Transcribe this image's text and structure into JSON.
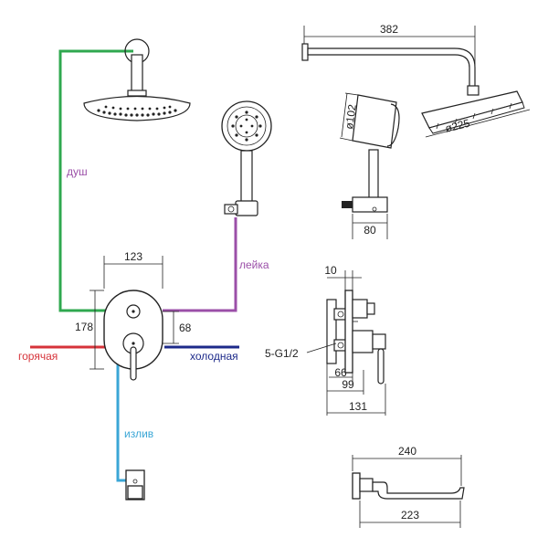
{
  "labels": {
    "shower": "душ",
    "handset": "лейка",
    "hot": "горячая",
    "cold": "холодная",
    "spout": "излив"
  },
  "dimensions": {
    "arm_length": "382",
    "handset_diameter": "ø102",
    "head_diameter": "ø225",
    "holder_width": "80",
    "mixer_width": "123",
    "mixer_height": "178",
    "center_offset": "68",
    "wall_offset": "10",
    "thread": "5-G1/2",
    "depth_66": "66",
    "depth_99": "99",
    "depth_131": "131",
    "spout_length": "240",
    "spout_reach": "223"
  },
  "colors": {
    "shower_line": "#2fa84f",
    "handset_line": "#9b4fa8",
    "hot_line": "#d6333a",
    "cold_line": "#1d2a8a",
    "spout_line": "#3aa6d6",
    "ink": "#222222"
  }
}
